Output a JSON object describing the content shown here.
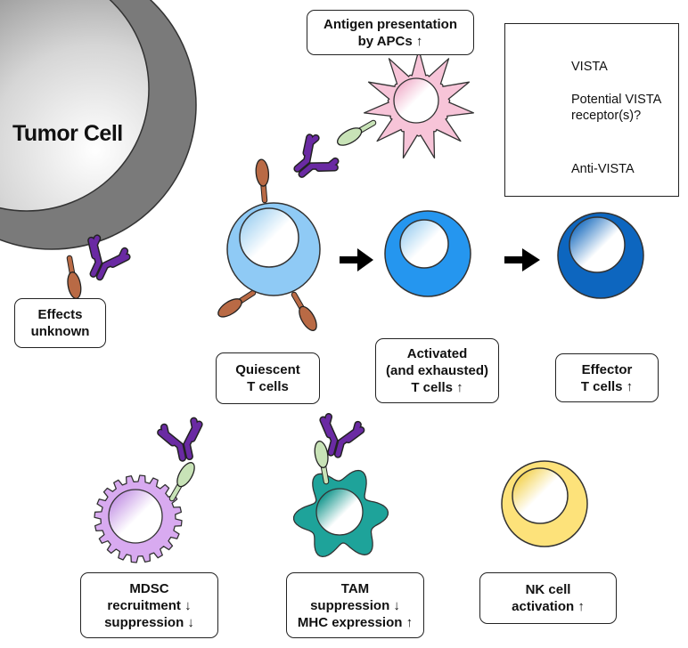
{
  "colors": {
    "vista": "#c8e3b7",
    "receptor": "#b96a45",
    "anti_vista": "#6a2aa3",
    "tumor_outer": "#7a7a7a",
    "quiescent": "#8fcaf5",
    "activated": "#2596ef",
    "effector": "#0d66bf",
    "apc": "#f7c4d8",
    "mdsc": "#d8aaf0",
    "tam": "#1ea39a",
    "nk": "#fde27a"
  },
  "tumor_label": "Tumor Cell",
  "legend": {
    "vista": "VISTA",
    "receptor": [
      "Potential VISTA",
      "receptor(s)?"
    ],
    "anti_vista": "Anti-VISTA"
  },
  "labels": {
    "antigen": [
      "Antigen presentation",
      "by APCs ↑"
    ],
    "effects_unknown": [
      "Effects",
      "unknown"
    ],
    "quiescent": [
      "Quiescent",
      "T cells"
    ],
    "activated": [
      "Activated",
      "(and exhausted)",
      "T cells ↑"
    ],
    "effector": [
      "Effector",
      "T cells ↑"
    ],
    "mdsc": [
      "MDSC",
      "recruitment ↓",
      "suppression ↓"
    ],
    "tam": [
      "TAM",
      "suppression ↓",
      "MHC expression ↑"
    ],
    "nk": [
      "NK cell",
      "activation ↑"
    ]
  }
}
